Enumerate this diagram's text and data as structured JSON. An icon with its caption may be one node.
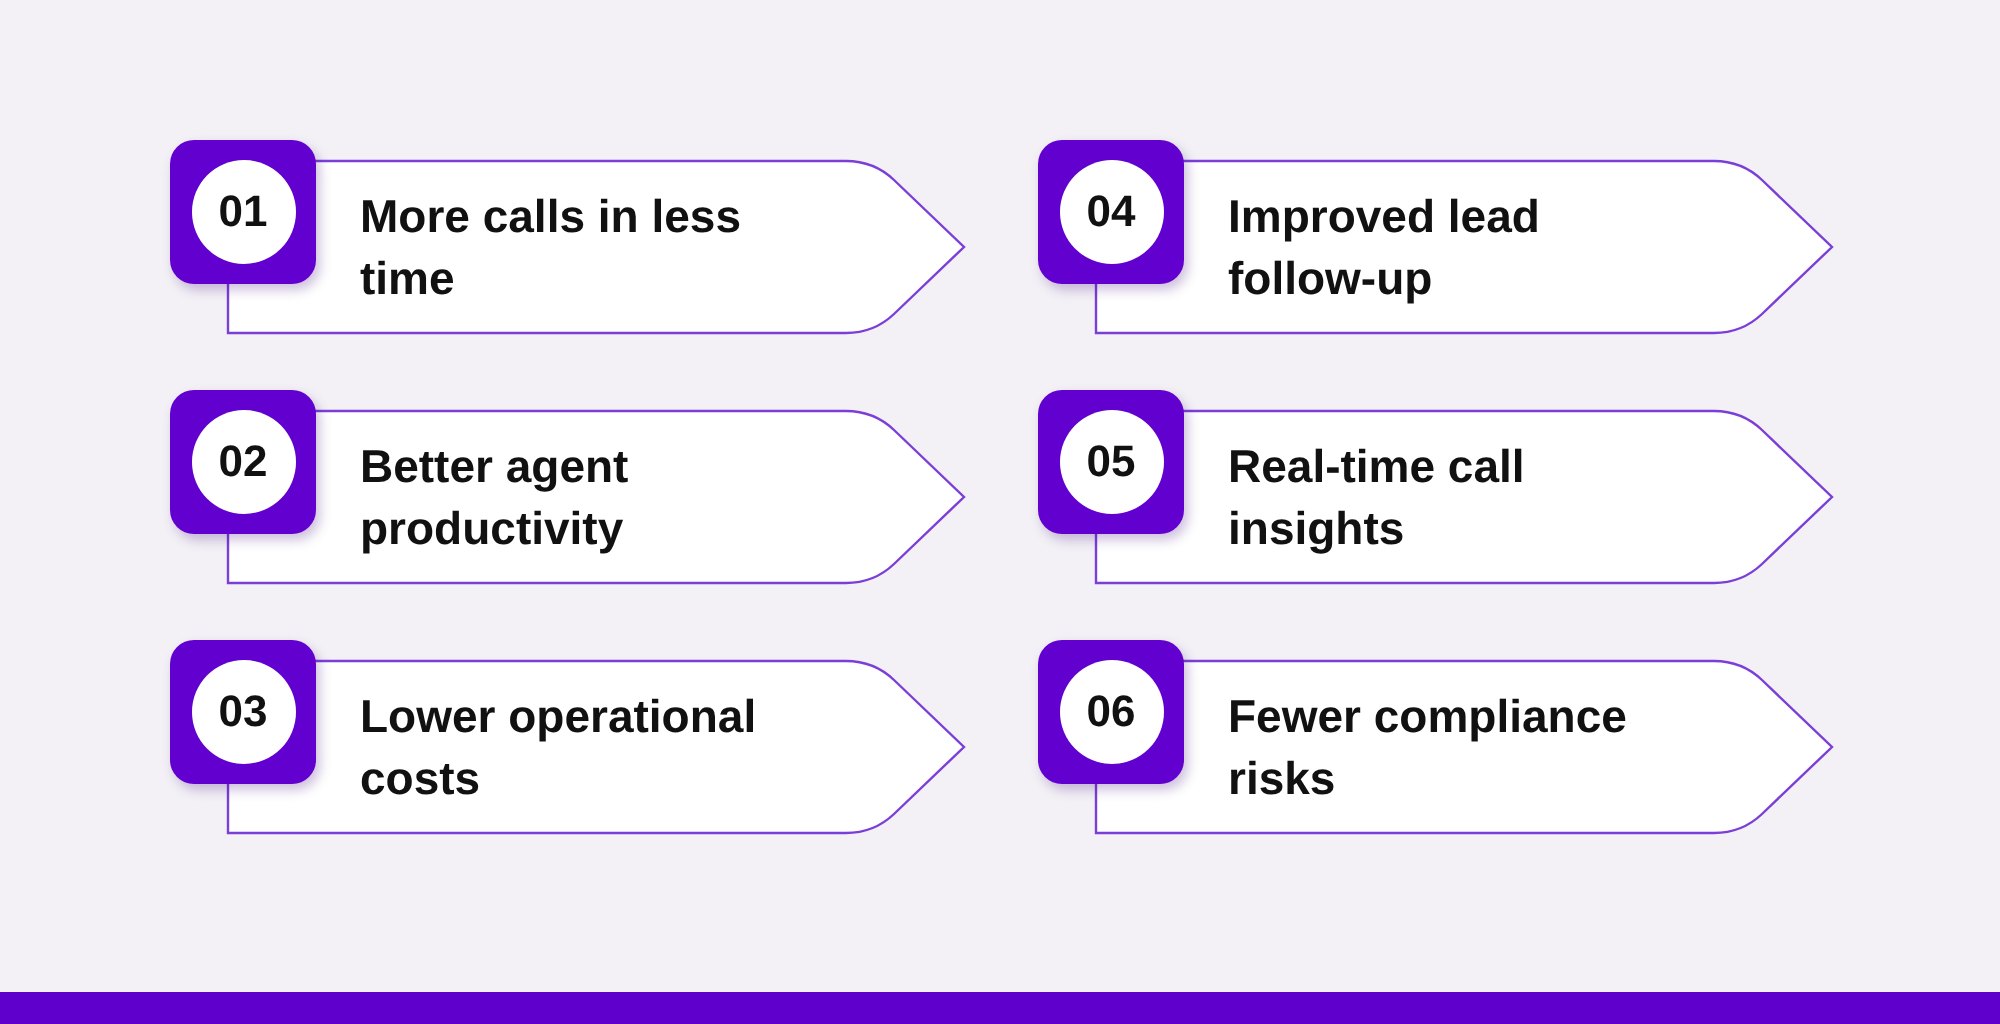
{
  "diagram": {
    "nodes": [
      {
        "text": [
          "01",
          "More calls in less time"
        ]
      },
      {
        "text": [
          "02",
          "Better agent productivity"
        ]
      },
      {
        "text": [
          "03",
          "Lower operational costs"
        ]
      },
      {
        "text": [
          "04",
          "Improved lead follow-up"
        ]
      },
      {
        "text": [
          "05",
          "Real-time call insights"
        ]
      },
      {
        "text": [
          "06",
          "Fewer compliance risks"
        ]
      }
    ]
  }
}
